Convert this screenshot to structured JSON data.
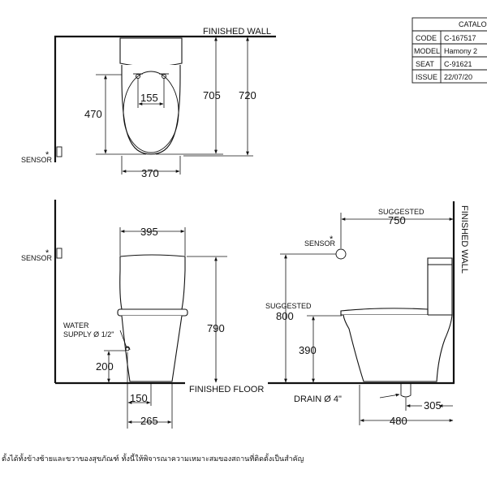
{
  "labels": {
    "finished_wall_top": "FINISHED WALL",
    "finished_wall_side": "FINISHED WALL",
    "finished_floor": "FINISHED FLOOR",
    "sensor": "SENSOR",
    "sensor_star": "*",
    "water_supply_line1": "WATER",
    "water_supply_line2": "SUPPLY Ø 1/2\"",
    "suggested": "SUGGESTED",
    "drain": "DRAIN Ø 4\""
  },
  "dimensions": {
    "top_470": "470",
    "top_155": "155",
    "top_705": "705",
    "top_720": "720",
    "top_370": "370",
    "front_395": "395",
    "front_790": "790",
    "front_200": "200",
    "front_150": "150",
    "front_265": "265",
    "side_750": "750",
    "side_800": "800",
    "side_390": "390",
    "side_305": "305",
    "side_480": "480"
  },
  "catalog": {
    "title": "CATALOG",
    "rows": [
      {
        "key": "CODE",
        "value": "C-167517"
      },
      {
        "key": "MODEL",
        "value": "Hamony 2"
      },
      {
        "key": "SEAT",
        "value": "C-91621"
      },
      {
        "key": "ISSUE",
        "value": "22/07/20"
      }
    ]
  },
  "note": "ตั้งได้ทั้งข้างซ้ายและขวาของสุขภัณฑ์ ทั้งนี้ให้พิจารณาความเหมาะสมของสถานที่ติดตั้งเป็นสำคัญ"
}
